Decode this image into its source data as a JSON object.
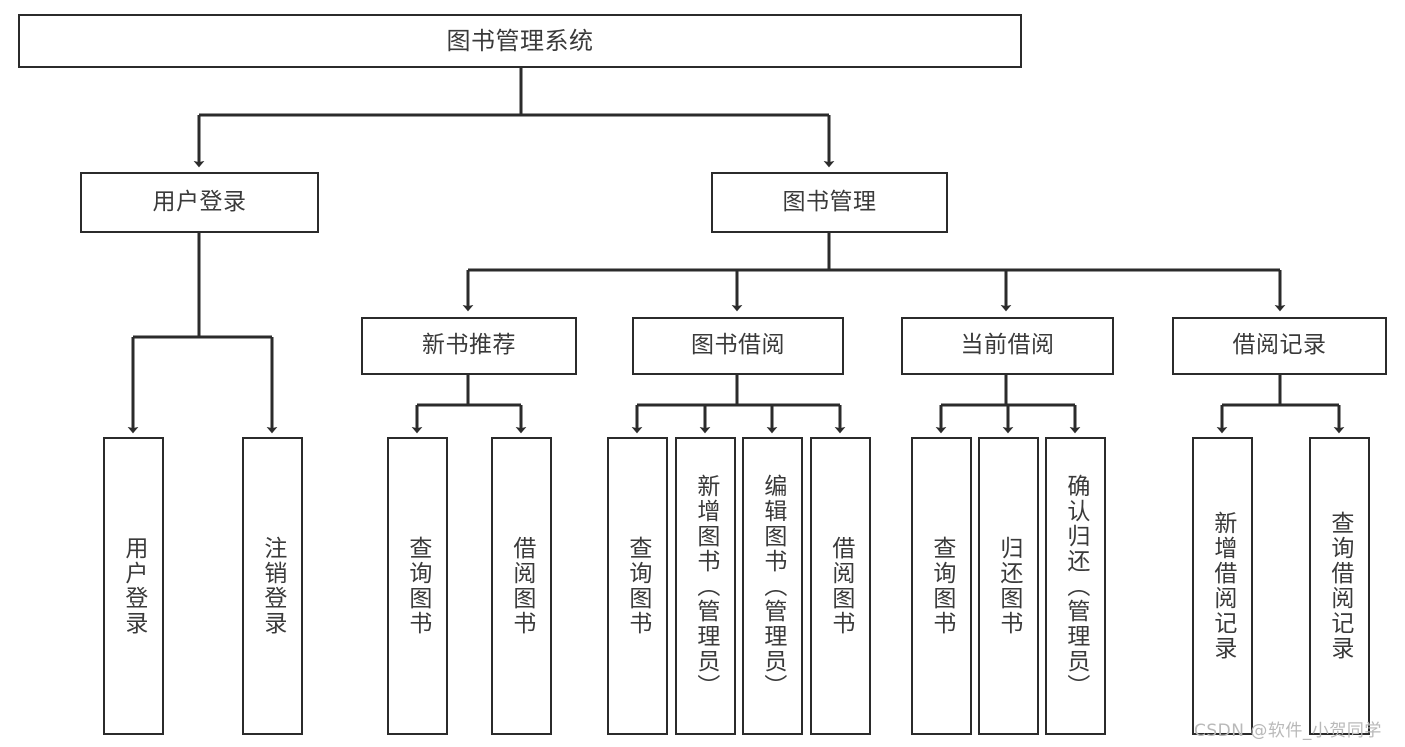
{
  "diagram": {
    "title": "图书管理系统",
    "type": "tree-hierarchy",
    "orientation": "top-down",
    "colors": {
      "node_border": "#2b2b2b",
      "node_fill": "#ffffff",
      "edge": "#2b2b2b",
      "text": "#3a3a3a",
      "watermark": "#b9b9b9",
      "background": "#ffffff"
    }
  },
  "watermark": {
    "text": "CSDN @软件_小贺同学"
  },
  "nodes": {
    "root": {
      "label": "图书管理系统"
    },
    "level1": [
      {
        "id": "user-login",
        "label": "用户登录"
      },
      {
        "id": "book-manage",
        "label": "图书管理"
      }
    ],
    "level2": [
      {
        "id": "new-book-recommend",
        "label": "新书推荐"
      },
      {
        "id": "book-borrow",
        "label": "图书借阅"
      },
      {
        "id": "current-borrow",
        "label": "当前借阅"
      },
      {
        "id": "borrow-record",
        "label": "借阅记录"
      }
    ],
    "leaves": {
      "user_login": [
        {
          "id": "leaf-user-login",
          "label": "用户登录"
        },
        {
          "id": "leaf-logout-login",
          "label": "注销登录"
        }
      ],
      "new_book_recommend": [
        {
          "id": "leaf-query-book-1",
          "label": "查询图书"
        },
        {
          "id": "leaf-borrow-book-1",
          "label": "借阅图书"
        }
      ],
      "book_borrow": [
        {
          "id": "leaf-query-book-2",
          "label": "查询图书"
        },
        {
          "id": "leaf-add-book",
          "label": "新增图书（管理员）"
        },
        {
          "id": "leaf-edit-book",
          "label": "编辑图书（管理员）"
        },
        {
          "id": "leaf-borrow-book-2",
          "label": "借阅图书"
        }
      ],
      "current_borrow": [
        {
          "id": "leaf-query-book-3",
          "label": "查询图书"
        },
        {
          "id": "leaf-return-book",
          "label": "归还图书"
        },
        {
          "id": "leaf-confirm-return",
          "label": "确认归还（管理员）"
        }
      ],
      "borrow_record": [
        {
          "id": "leaf-add-record",
          "label": "新增借阅记录"
        },
        {
          "id": "leaf-query-record",
          "label": "查询借阅记录"
        }
      ]
    }
  }
}
